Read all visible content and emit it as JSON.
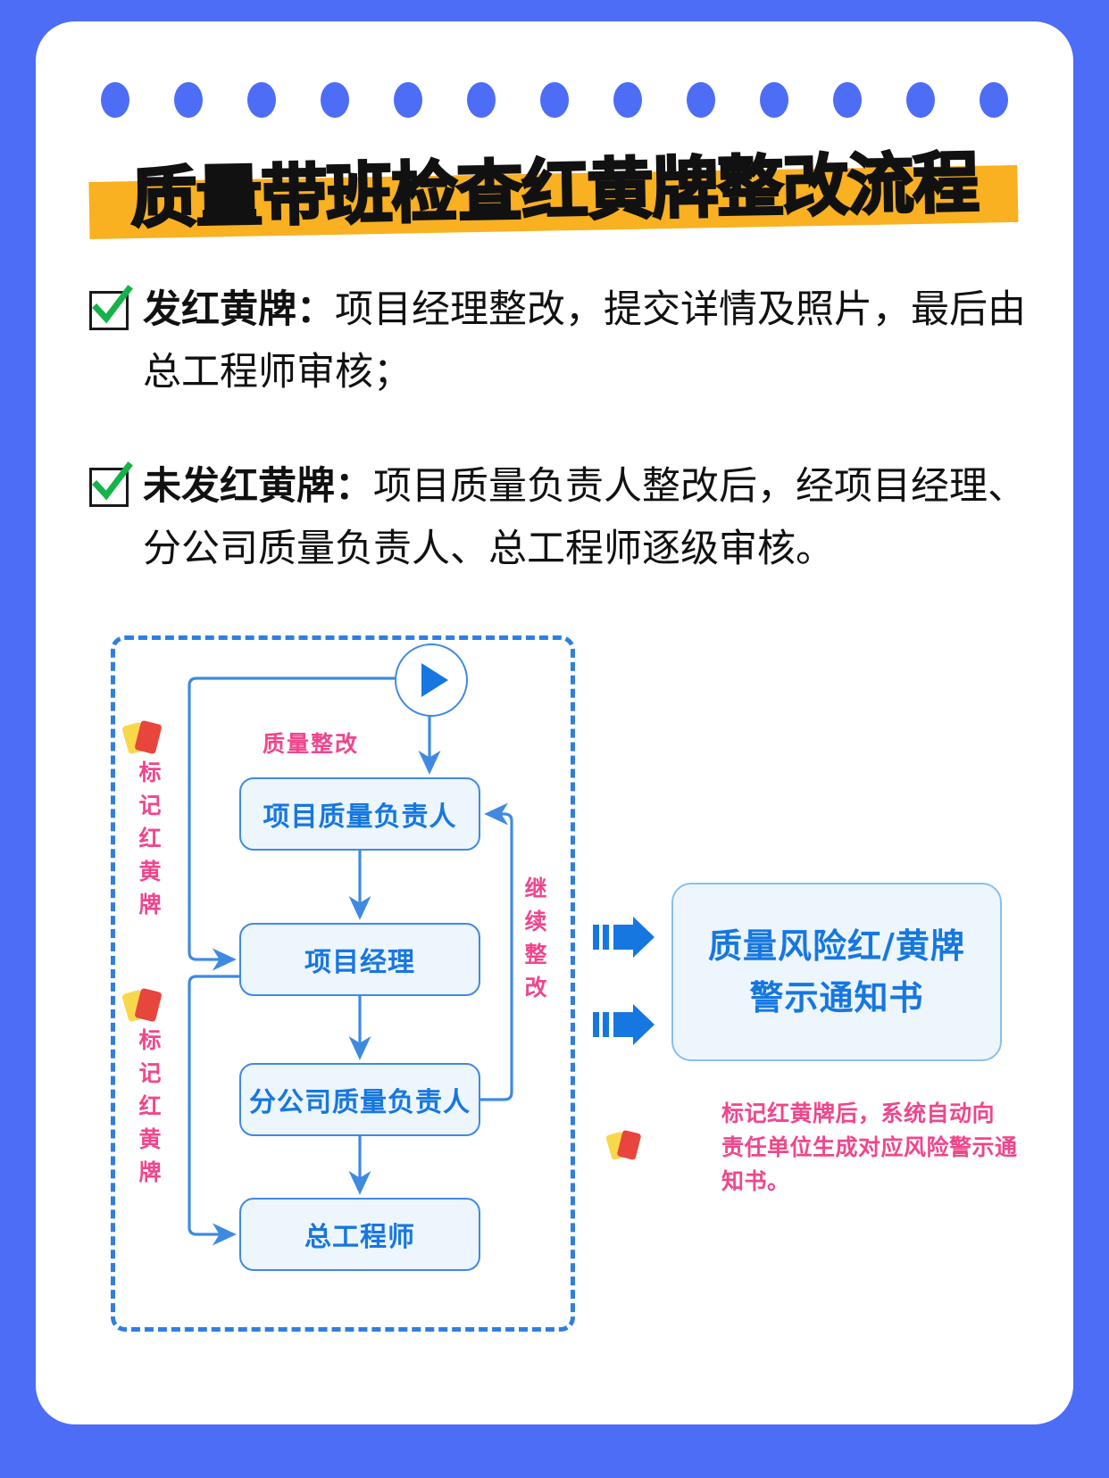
{
  "theme": {
    "page_background": "#4d6df6",
    "card_background": "#ffffff",
    "title_highlight": "#f9b021",
    "accent_blue": "#1677e0",
    "node_fill": "#edf5fd",
    "node_border": "#3f8ae0",
    "pink": "#f0468c",
    "check_green": "#16b24a"
  },
  "title": "质量带班检查红黄牌整改流程",
  "bullets": [
    {
      "icon": "checkbox-checked-icon",
      "lead": "发红黄牌：",
      "body": "项目经理整改，提交详情及照片，最后由总工程师审核；"
    },
    {
      "icon": "checkbox-checked-icon",
      "lead": "未发红黄牌：",
      "body": "项目质量负责人整改后，经项目经理、分公司质量负责人、总工程师逐级审核。"
    }
  ],
  "diagram": {
    "start_node_icon": "play-icon",
    "nodes": [
      {
        "id": "node-1",
        "label": "项目质量负责人"
      },
      {
        "id": "node-2",
        "label": "项目经理"
      },
      {
        "id": "node-3",
        "label": "分公司质量负责人"
      },
      {
        "id": "node-4",
        "label": "总工程师"
      }
    ],
    "edge_labels": {
      "quality_rectify": "质量整改",
      "continue_rectify": "继续整改"
    },
    "side_labels": [
      {
        "icon": "red-yellow-card-icon",
        "text": "标记红黄牌"
      },
      {
        "icon": "red-yellow-card-icon",
        "text": "标记红黄牌"
      }
    ],
    "right_panel": {
      "arrow_icons": [
        "double-bar-arrow-icon",
        "double-bar-arrow-icon"
      ],
      "line1": "质量风险红/黄牌",
      "line2": "警示通知书"
    },
    "note": {
      "icon": "red-yellow-card-icon",
      "line1": "标记红黄牌后，系统自动向",
      "line2": "责任单位生成对应风险警示通知书。"
    }
  },
  "binder_dot_count": 13
}
